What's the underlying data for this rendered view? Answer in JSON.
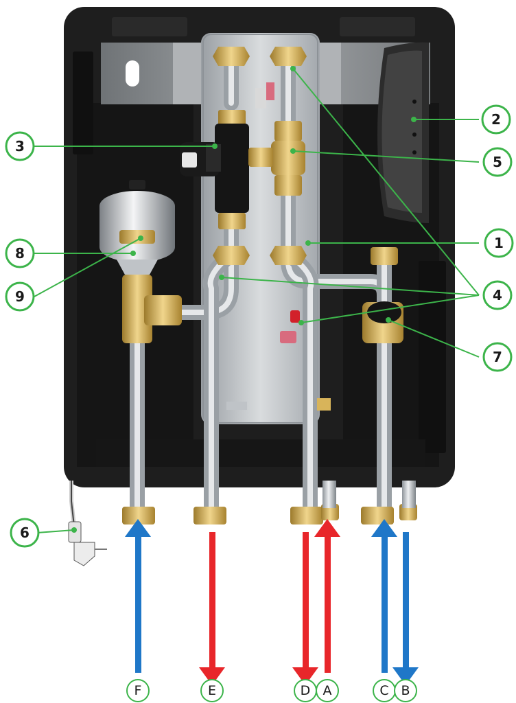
{
  "callouts": {
    "c1": "1",
    "c2": "2",
    "c3": "3",
    "c4": "4",
    "c5": "5",
    "c6": "6",
    "c7": "7",
    "c8": "8",
    "c9": "9"
  },
  "ports": {
    "F": "F",
    "E": "E",
    "D": "D",
    "A": "A",
    "C": "C",
    "B": "B"
  },
  "colors": {
    "cold": "#1f77c8",
    "hot": "#e8262a",
    "callout_line": "#3cb44a",
    "callout_ring": "#3cb44a",
    "insulation": "#1e1e1e",
    "brass": "#c9a24a",
    "steel": "#c8ccd0"
  },
  "arrows": [
    {
      "port": "F",
      "color": "cold",
      "direction": "up"
    },
    {
      "port": "E",
      "color": "hot",
      "direction": "down"
    },
    {
      "port": "D",
      "color": "hot",
      "direction": "down"
    },
    {
      "port": "A",
      "color": "hot",
      "direction": "up"
    },
    {
      "port": "C",
      "color": "cold",
      "direction": "up"
    },
    {
      "port": "B",
      "color": "cold",
      "direction": "down"
    }
  ]
}
